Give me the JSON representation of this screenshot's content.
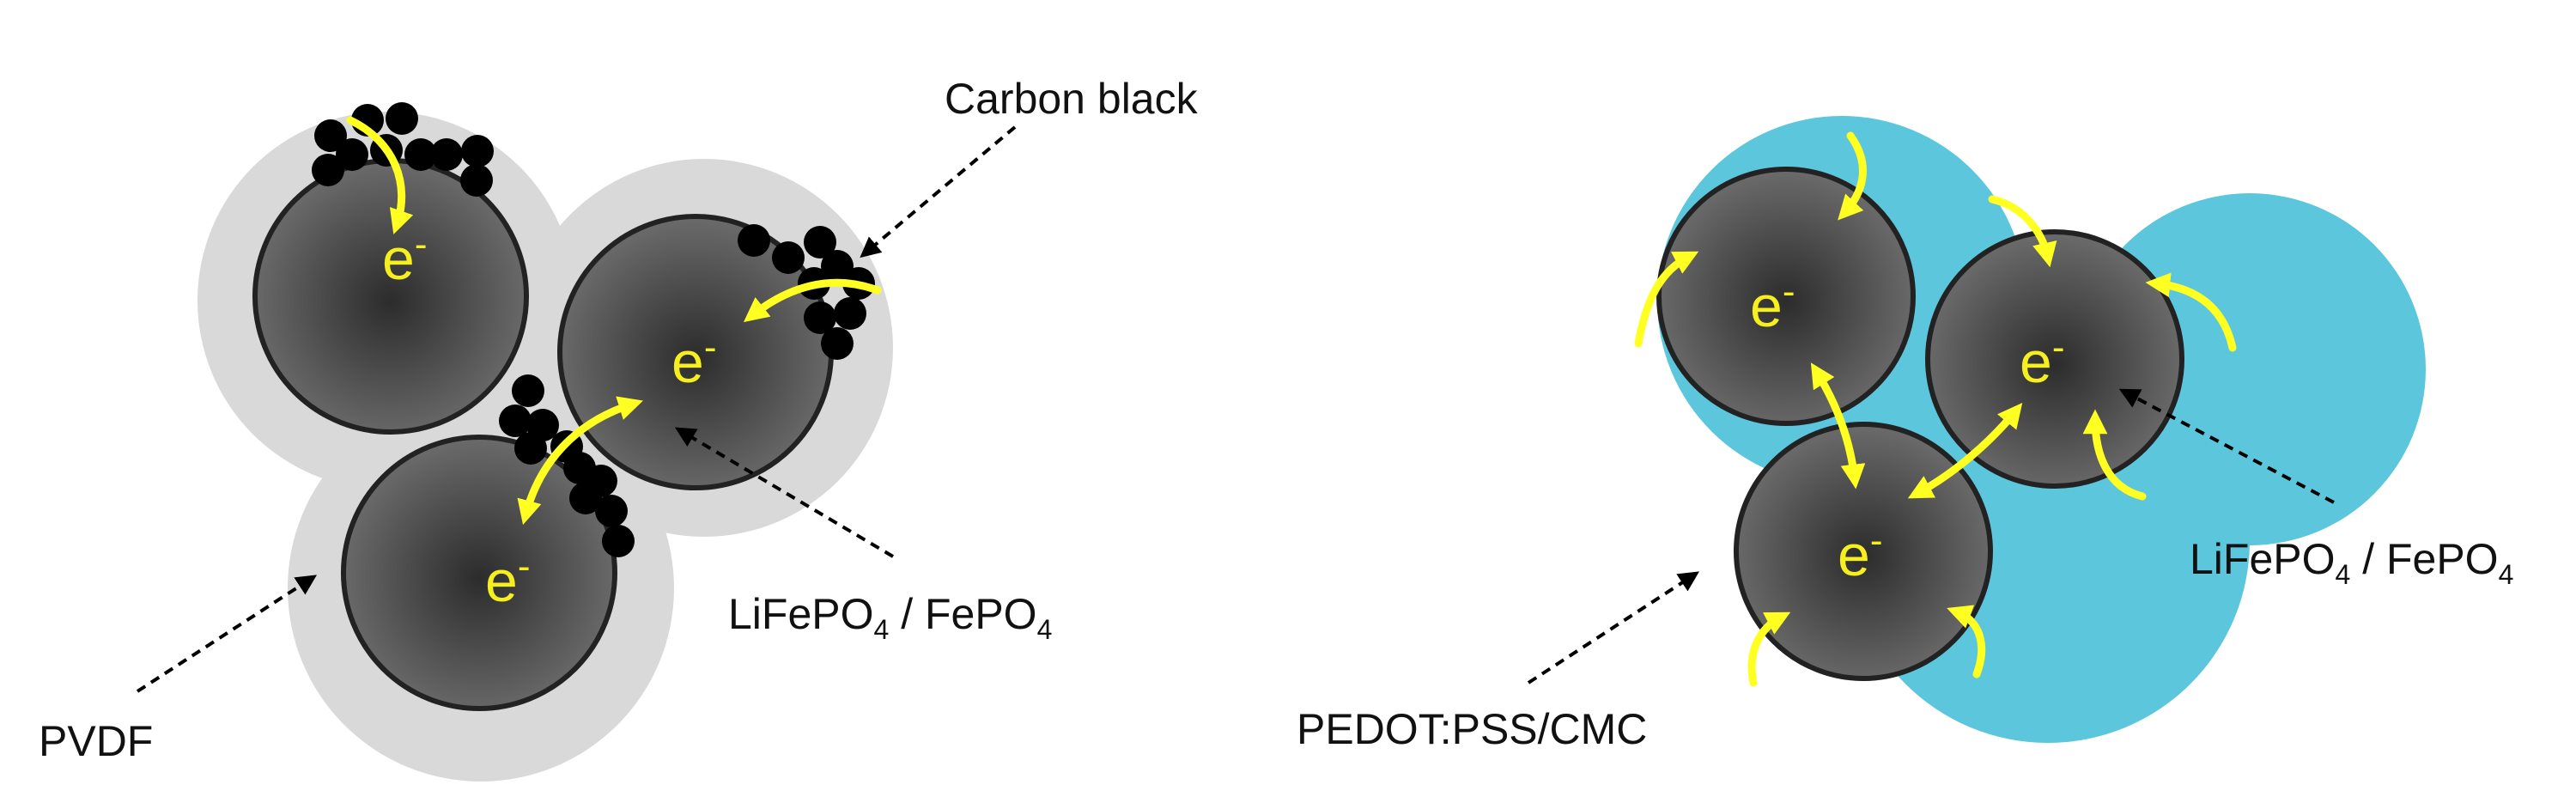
{
  "left_panel": {
    "binder_label": "PVDF",
    "additive_label": "Carbon black",
    "particle_label": {
      "base": "LiFePO",
      "sub1": "4",
      "mid": " / FePO",
      "sub2": "4"
    },
    "electron_label": "e",
    "electron_charge": "-"
  },
  "right_panel": {
    "binder_label": "PEDOT:PSS/CMC",
    "particle_label": {
      "base": "LiFePO",
      "sub1": "4",
      "mid": " / FePO",
      "sub2": "4"
    },
    "electron_label": "e",
    "electron_charge": "-"
  },
  "colors": {
    "pvdf_binder": "#d9d9d9",
    "pedot_binder": "#5cc6dc",
    "particle_fill": "#5a5a5a",
    "carbon_black": "#000000",
    "electron_arrow": "#ffff22",
    "electron_text": "#f5ef1f"
  }
}
